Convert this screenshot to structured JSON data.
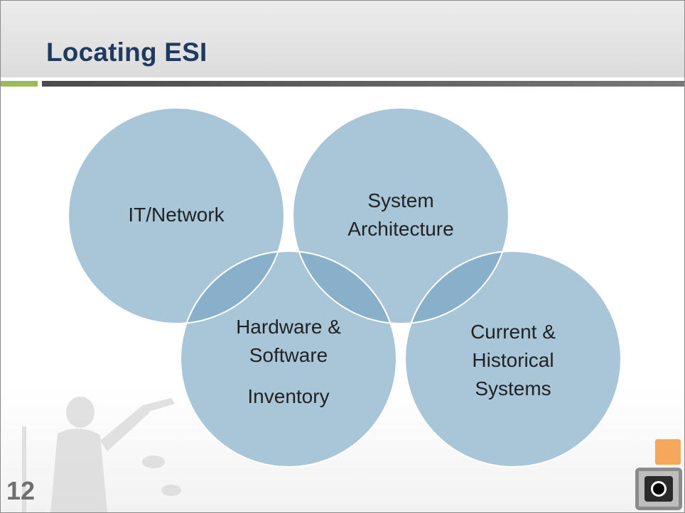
{
  "slide": {
    "title": "Locating ESI",
    "number": "12"
  },
  "diagram": {
    "circles": [
      {
        "id": "it-network",
        "label_lines": [
          "IT/Network"
        ]
      },
      {
        "id": "system-architecture",
        "label_lines": [
          "System",
          "Architecture"
        ]
      },
      {
        "id": "hardware-software",
        "label_lines": [
          "Hardware &",
          "Software",
          "Inventory"
        ]
      },
      {
        "id": "current-historical",
        "label_lines": [
          "Current &",
          "Historical",
          "Systems"
        ]
      }
    ],
    "fill_color": "#a8c6d8",
    "overlap_color": "#7aa6c2",
    "outline_color": "#ffffff"
  },
  "colors": {
    "title": "#1e3a5f",
    "accent_green": "#9bbb59",
    "accent_orange": "#f5a75b"
  },
  "icons": {
    "background_art": "justice-statue-watermark",
    "nav": "record-button-icon"
  }
}
